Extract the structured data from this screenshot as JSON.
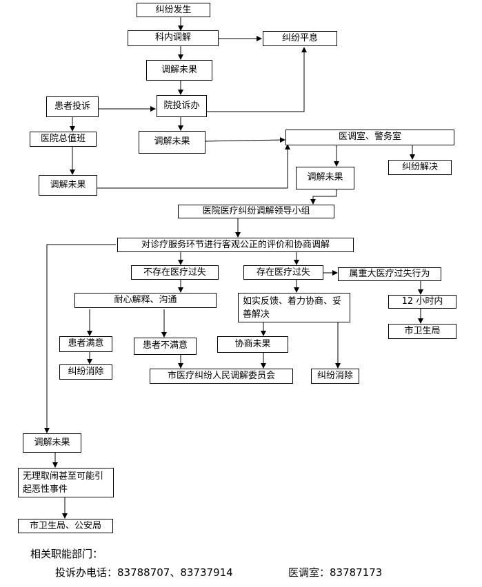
{
  "nodes": {
    "dispute_occurs": "纠纷发生",
    "dept_mediation": "科内调解",
    "dispute_settled": "纠纷平息",
    "unresolved_1": "调解未果",
    "patient_complaint": "患者投诉",
    "complaint_office": "院投诉办",
    "hospital_duty": "医院总值班",
    "unresolved_2": "调解未果",
    "med_security_office": "医调室、警务室",
    "dispute_resolved": "纠纷解决",
    "unresolved_3": "调解未果",
    "unresolved_4": "调解未果",
    "leading_group": "医院医疗纠纷调解领导小组",
    "evaluation": "对诊疗服务环节进行客观公正的评价和协商调解",
    "no_fault": "不存在医疗过失",
    "fault_exists": "存在医疗过失",
    "major_fault": "属重大医疗过失行为",
    "patient_explain": "耐心解释、沟通",
    "honest_feedback": "如实反馈、着力协商、妥善解决",
    "within_12h": "12 小时内",
    "city_health_1": "市卫生局",
    "patient_satisfied": "患者满意",
    "patient_unsatisfied": "患者不满意",
    "negotiation_failed": "协商未果",
    "dispute_eliminated_1": "纠纷消除",
    "city_committee": "市医疗纠纷人民调解委员会",
    "dispute_eliminated_2": "纠纷消除",
    "unresolved_5": "调解未果",
    "unreasonable": "无理取闹甚至可能引起恶性事件",
    "city_health_police": "市卫生局、公安局"
  },
  "footer": {
    "heading": "相关职能部门：",
    "complaint_phone": "投诉办电话：83788707、83737914",
    "med_office_phone": "医调室：83787173"
  }
}
